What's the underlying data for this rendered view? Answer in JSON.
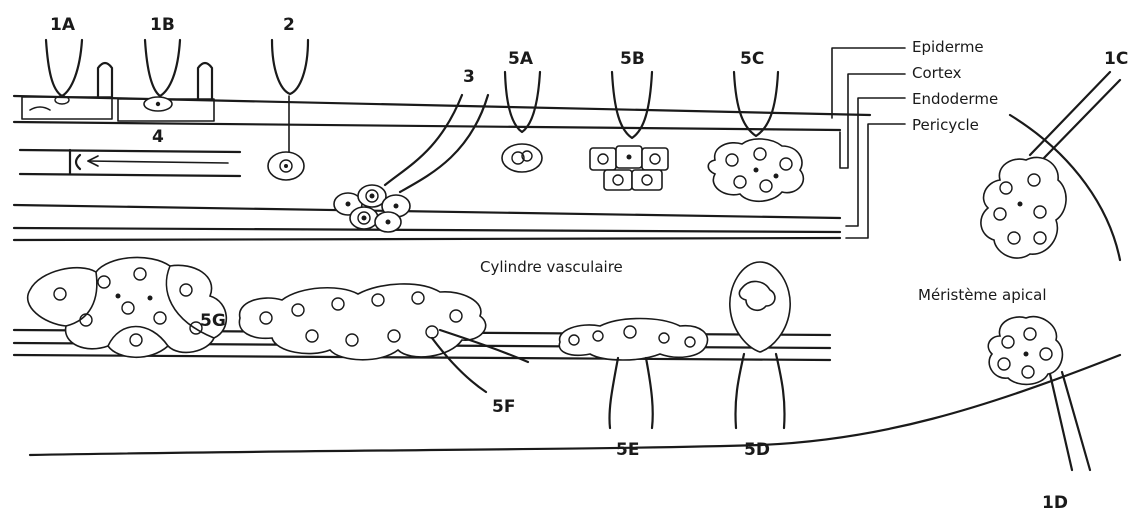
{
  "stage_labels": {
    "s1A": "1A",
    "s1B": "1B",
    "s2": "2",
    "s3": "3",
    "s4": "4",
    "s5A": "5A",
    "s5B": "5B",
    "s5C": "5C",
    "s5D": "5D",
    "s5E": "5E",
    "s5F": "5F",
    "s5G": "5G",
    "s1C": "1C",
    "s1D": "1D"
  },
  "tissue_labels": {
    "epidermis": "Epiderme",
    "cortex": "Cortex",
    "endodermis": "Endoderme",
    "pericycle": "Pericycle"
  },
  "regions": {
    "vascular_cylinder": "Cylindre vasculaire",
    "apical_meristem": "Méristème apical"
  }
}
